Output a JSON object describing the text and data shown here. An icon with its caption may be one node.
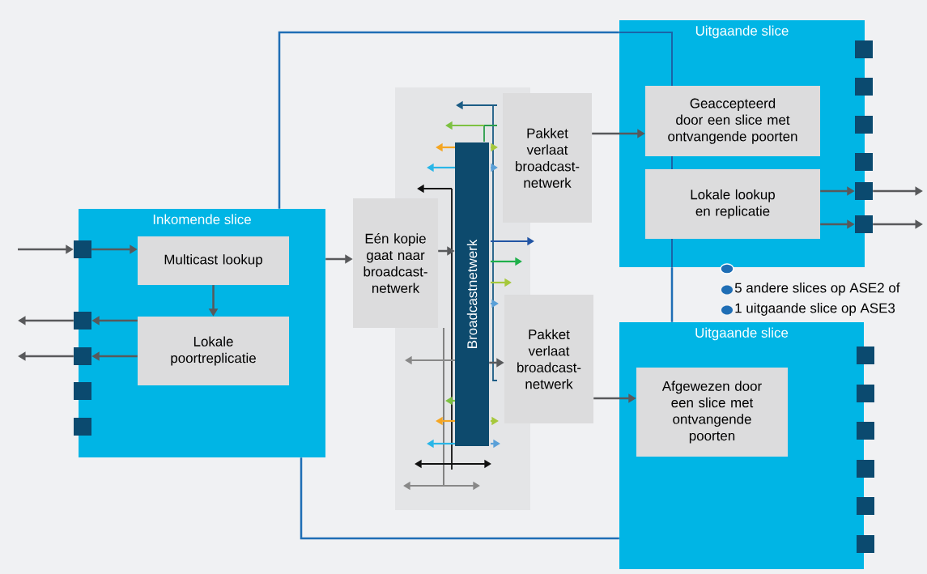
{
  "diagram": {
    "nodes": [
      {
        "text": [
          "Inkomende slice"
        ]
      },
      {
        "text": [
          "Multicast lookup"
        ],
        "in": 0
      },
      {
        "text": [
          "Lokale poortreplicatie"
        ],
        "in": 0
      },
      {
        "text": [],
        "shape": "box"
      },
      {
        "text": [],
        "shape": "box"
      },
      {
        "text": [],
        "shape": "box"
      },
      {
        "text": [],
        "shape": "box"
      },
      {
        "text": [],
        "shape": "box"
      },
      {
        "text": [
          "Eén kopie gaat naar broadcast-netwerk"
        ]
      },
      {
        "text": [
          "Broadcastnetwerk"
        ]
      },
      {
        "text": [
          "Pakket verlaat broadcast-netwerk"
        ]
      },
      {
        "text": [
          "Pakket verlaat broadcast-netwerk"
        ]
      },
      {
        "text": [
          "Uitgaande slice"
        ]
      },
      {
        "text": [
          "Geaccepteerd door een slice met ontvangende poorten"
        ],
        "in": 12
      },
      {
        "text": [
          "Lokale lookup en replicatie"
        ],
        "in": 12
      },
      {
        "text": [],
        "shape": "box"
      },
      {
        "text": [],
        "shape": "box"
      },
      {
        "text": [],
        "shape": "box"
      },
      {
        "text": [],
        "shape": "box"
      },
      {
        "text": [],
        "shape": "box"
      },
      {
        "text": [],
        "shape": "box"
      },
      {
        "text": [
          "Uitgaande slice"
        ]
      },
      {
        "text": [
          "Afgewezen door een slice met ontvangende poorten"
        ],
        "in": 21
      },
      {
        "text": [],
        "shape": "box"
      },
      {
        "text": [],
        "shape": "box"
      },
      {
        "text": [],
        "shape": "box"
      },
      {
        "text": [],
        "shape": "box"
      },
      {
        "text": [],
        "shape": "box"
      },
      {
        "text": [],
        "shape": "box"
      }
    ],
    "edges": [
      {
        "from": null,
        "to": 3,
        "arrow": "to"
      },
      {
        "from": 3,
        "to": 1,
        "arrow": "to"
      },
      {
        "from": 1,
        "to": 2,
        "arrow": "to"
      },
      {
        "from": 2,
        "to": 4,
        "arrow": "to"
      },
      {
        "from": 2,
        "to": 5,
        "arrow": "to"
      },
      {
        "from": 4,
        "to": null,
        "arrow": "to"
      },
      {
        "from": 5,
        "to": null,
        "arrow": "to"
      },
      {
        "from": 0,
        "to": 8,
        "arrow": "to"
      },
      {
        "from": 8,
        "to": 9,
        "arrow": "to"
      },
      {
        "from": 9,
        "to": 11,
        "arrow": "to"
      },
      {
        "from": 10,
        "to": 13,
        "arrow": "to"
      },
      {
        "from": 11,
        "to": 22,
        "arrow": "to"
      },
      {
        "from": 14,
        "to": 19,
        "arrow": "to"
      },
      {
        "from": 14,
        "to": 20,
        "arrow": "to"
      },
      {
        "from": 19,
        "to": null,
        "arrow": "to"
      },
      {
        "from": 20,
        "to": null,
        "arrow": "to"
      },
      {
        "from": 0,
        "to": 12,
        "arrow": "none",
        "color": "#1f6eb5"
      },
      {
        "from": 12,
        "to": 21,
        "arrow": "none",
        "color": "#1f6eb5"
      },
      {
        "from": 0,
        "to": 21,
        "arrow": "none",
        "color": "#1f6eb5"
      }
    ],
    "labels": [
      "5 andere slices op ASE2 of",
      "1 uitgaande slice op ASE3"
    ]
  }
}
